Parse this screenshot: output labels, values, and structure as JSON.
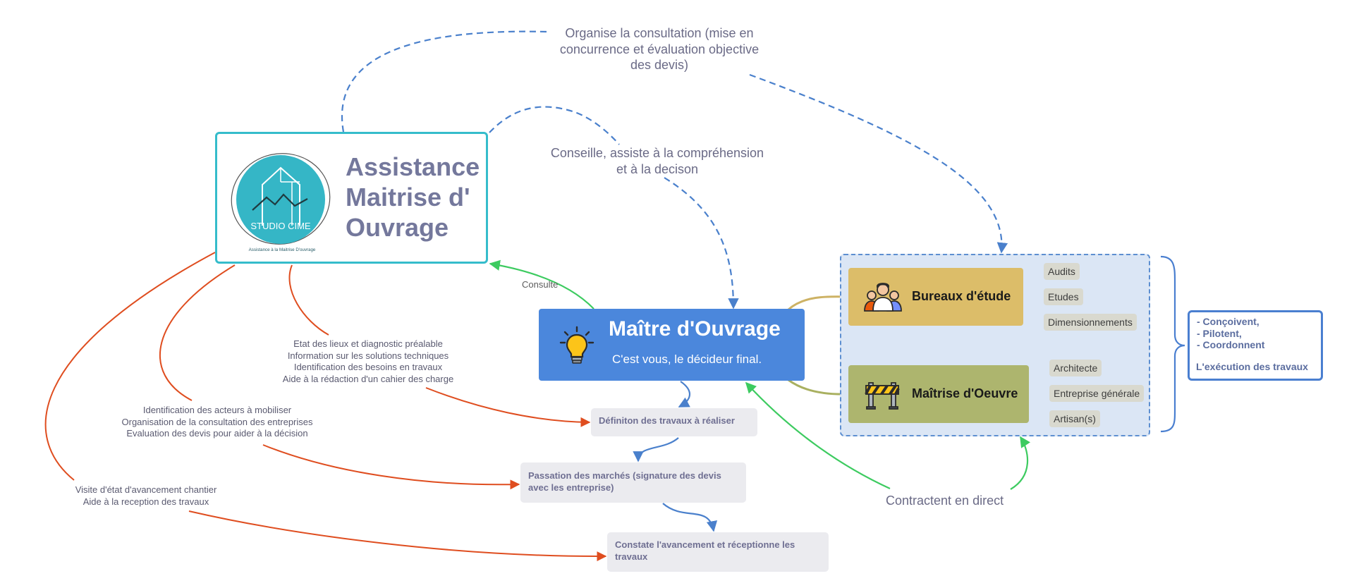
{
  "top_note": {
    "lines": [
      "Organise la consultation (mise en",
      "concurrence et évaluation objective",
      "des devis)"
    ]
  },
  "mid_note": {
    "lines": [
      "Conseille, assiste à la compréhension",
      "et à la decison"
    ]
  },
  "amo": {
    "title_lines": [
      "Assistance",
      "Maitrise d'",
      "Ouvrage"
    ],
    "logo_text": "STUDIO CIME",
    "logo_caption": "Assistance à la Maitrise D'ouvrage",
    "accent": "#35bccb"
  },
  "consulte_label": "Consulte",
  "maitre_ouvrage": {
    "title": "Maître d'Ouvrage",
    "subtitle": "C'est vous, le décideur final.",
    "color": "#4b87dc"
  },
  "note_diagnostic": {
    "lines": [
      "Etat des lieux et diagnostic préalable",
      "Information sur les solutions techniques",
      "Identification des besoins en travaux",
      "Aide à la rédaction d'un cahier des charge"
    ]
  },
  "note_acteurs": {
    "lines": [
      "Identification des acteurs à mobiliser",
      "Organisation de la consultation des entreprises",
      "Evaluation des devis pour aider à la décision"
    ]
  },
  "note_visite": {
    "lines": [
      "Visite d'état d'avancement chantier",
      "Aide à la reception des travaux"
    ]
  },
  "steps": {
    "step1": "Définiton des travaux à réaliser",
    "step2": "Passation des marchés (signature des devis avec les entreprise)",
    "step3": "Constate l'avancement et réceptionne les travaux"
  },
  "bureaux_etude": {
    "label": "Bureaux d'étude",
    "tags": [
      "Audits",
      "Etudes",
      "Dimensionnements"
    ],
    "color": "#dcbd69"
  },
  "maitrise_oeuvre": {
    "label": "Maîtrise d'Oeuvre",
    "tags": [
      "Architecte",
      "Entreprise générale",
      "Artisan(s)"
    ],
    "color": "#adb56e"
  },
  "contractent_label": "Contractent en direct",
  "result": {
    "list": [
      "- Conçoivent,",
      "- Pilotent,",
      "- Coordonnent"
    ],
    "conclusion": "L'exécution des travaux"
  },
  "colors": {
    "dashed_blue": "#4a80cc",
    "orange": "#df4d1f",
    "green": "#3dcb60"
  }
}
